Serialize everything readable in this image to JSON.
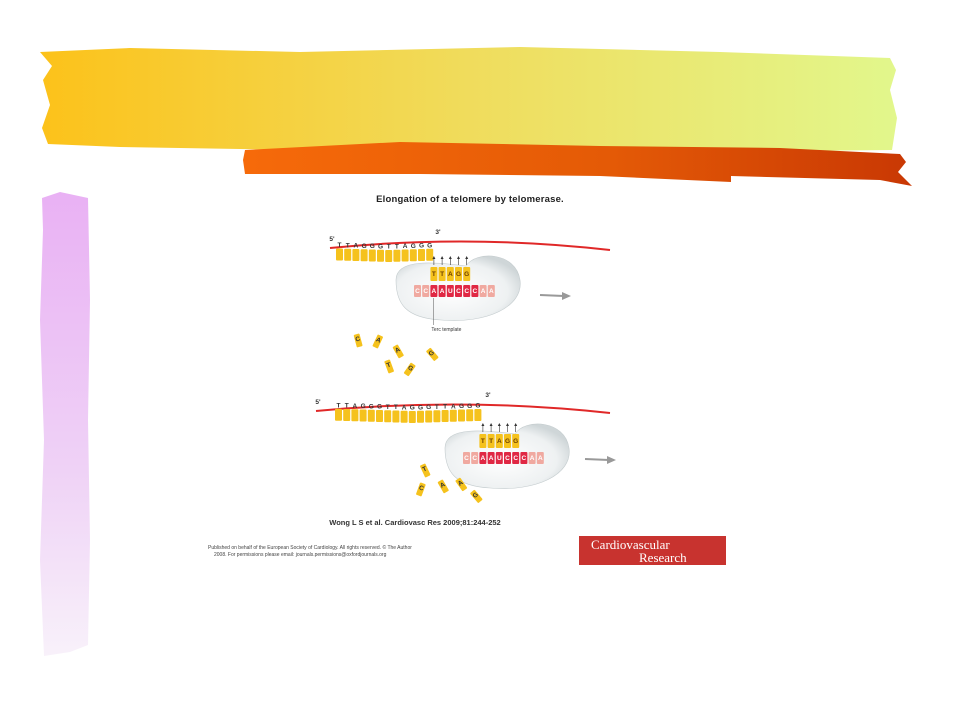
{
  "slide": {
    "title": "Elongation of a telomere by telomerase.",
    "citation": "Wong L S et al. Cardiovasc Res 2009;81:244-252",
    "publisher_line1": "Published on behalf of the European Society of Cardiology. All rights reserved. © The Author",
    "publisher_line2": "2008. For permissions please email: journals.permissions@oxfordjournals.org",
    "logo_line1": "Cardiovascular",
    "logo_line2": "Research"
  },
  "diagram": {
    "top": {
      "five_prime": "5'",
      "three_prime": "3'",
      "strand_letters": [
        "T",
        "T",
        "A",
        "G",
        "G",
        "G",
        "T",
        "T",
        "A",
        "G",
        "G",
        "G"
      ],
      "added_letters": [
        "T",
        "T",
        "A",
        "G",
        "G"
      ],
      "template_letters": [
        "C",
        "C",
        "A",
        "A",
        "U",
        "C",
        "C",
        "C",
        "A",
        "A"
      ],
      "template_label": "Terc template",
      "free_nucleotides": [
        "C",
        "A",
        "A",
        "G",
        "T",
        "G"
      ]
    },
    "bottom": {
      "five_prime": "5'",
      "three_prime": "3'",
      "strand_letters": [
        "T",
        "T",
        "A",
        "G",
        "G",
        "G",
        "T",
        "T",
        "A",
        "G",
        "G",
        "G",
        "T",
        "T",
        "A",
        "G",
        "G",
        "G"
      ],
      "added_letters": [
        "T",
        "T",
        "A",
        "G",
        "G"
      ],
      "template_letters": [
        "C",
        "C",
        "A",
        "A",
        "U",
        "C",
        "C",
        "C",
        "A",
        "A"
      ],
      "free_nucleotides": [
        "T",
        "C",
        "A",
        "A",
        "G"
      ]
    }
  },
  "colors": {
    "banner_yellow_left": "#fcc31c",
    "banner_yellow_right": "#e4f58a",
    "banner_orange_left": "#f46a0c",
    "banner_orange_right": "#cc3a04",
    "side_bar": "#eab8f4",
    "dna_strand": "#e02828",
    "nucleotide": "#f5c21d",
    "template_red": "#e02844",
    "template_pink": "#f0a9a0",
    "logo": "#c8332f"
  }
}
